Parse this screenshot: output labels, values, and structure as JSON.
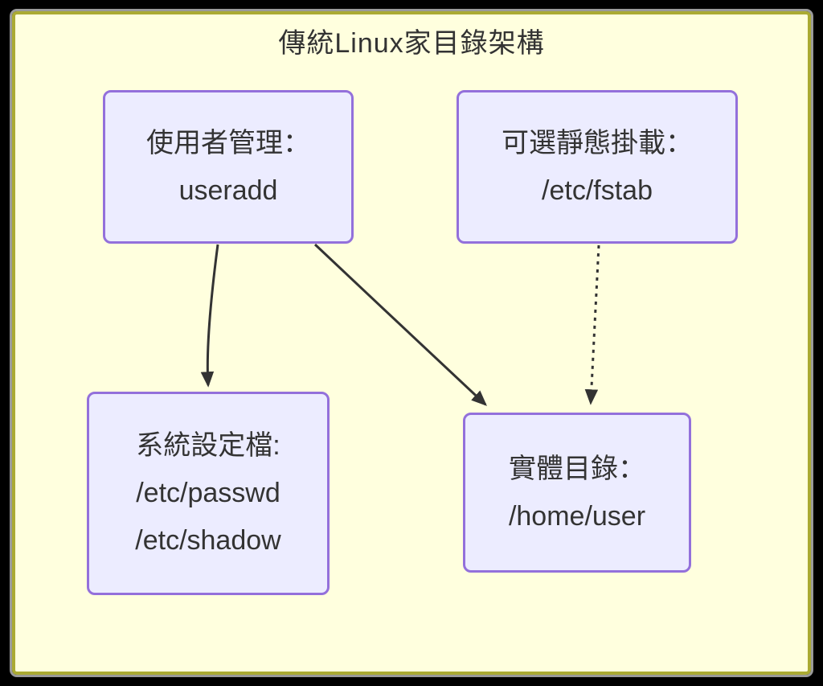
{
  "title": "傳統Linux家目錄架構",
  "diagram_type": "flowchart",
  "nodes": [
    {
      "id": "user-management",
      "lines": [
        "使用者管理：",
        "useradd"
      ]
    },
    {
      "id": "fstab-mount",
      "lines": [
        "可選靜態掛載：",
        "/etc/fstab"
      ]
    },
    {
      "id": "system-config-files",
      "lines": [
        "系統設定檔:",
        "/etc/passwd",
        "/etc/shadow"
      ]
    },
    {
      "id": "physical-directory",
      "lines": [
        "實體目錄：",
        "/home/user"
      ]
    }
  ],
  "edges": [
    {
      "from": "user-management",
      "to": "system-config-files",
      "style": "solid",
      "arrow": "end"
    },
    {
      "from": "user-management",
      "to": "physical-directory",
      "style": "solid",
      "arrow": "end"
    },
    {
      "from": "fstab-mount",
      "to": "physical-directory",
      "style": "dotted",
      "arrow": "end"
    }
  ],
  "colors": {
    "page_background": "#000000",
    "cluster_fill": "#FFFFDE",
    "cluster_border": "#AAAA33",
    "cluster_outline": "#9A9A9A",
    "node_fill": "#ECECFF",
    "node_border": "#9370DB",
    "text": "#333333",
    "edge": "#333333"
  }
}
